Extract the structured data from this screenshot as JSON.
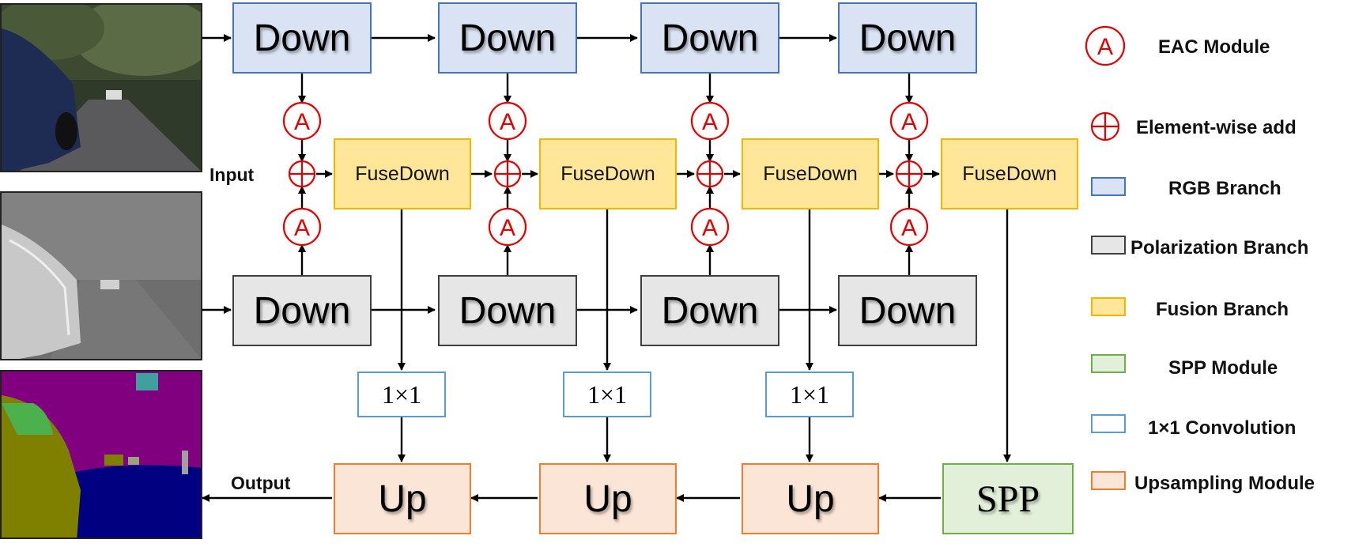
{
  "labels": {
    "input": "Input",
    "output": "Output"
  },
  "modules": {
    "down": "Down",
    "fuse_down": "FuseDown",
    "conv": "1×1",
    "up": "Up",
    "spp": "SPP",
    "eac_symbol": "A"
  },
  "legend": {
    "eac": "EAC Module",
    "add": "Element-wise add",
    "rgb": "RGB Branch",
    "pol": "Polarization Branch",
    "fusion": "Fusion Branch",
    "spp": "SPP Module",
    "conv": "1×1 Convolution",
    "up": "Upsampling Module"
  },
  "colors": {
    "rgb_fill": "#dae3f3",
    "rgb_border": "#4472c4",
    "pol_fill": "#e6e6e6",
    "pol_border": "#3f3f3f",
    "fusion_fill": "#ffe699",
    "fusion_border": "#f2b600",
    "spp_fill": "#e2f0d9",
    "spp_border": "#70ad47",
    "conv_border": "#5b9bd5",
    "up_fill": "#fbe5d6",
    "up_border": "#ed7d31",
    "eac_red": "#e00000",
    "seg_sky": "#800080",
    "seg_road": "#000080",
    "seg_car": "#808000",
    "seg_vegetation": "#4cb04c",
    "seg_cyan": "#40a0a0"
  }
}
